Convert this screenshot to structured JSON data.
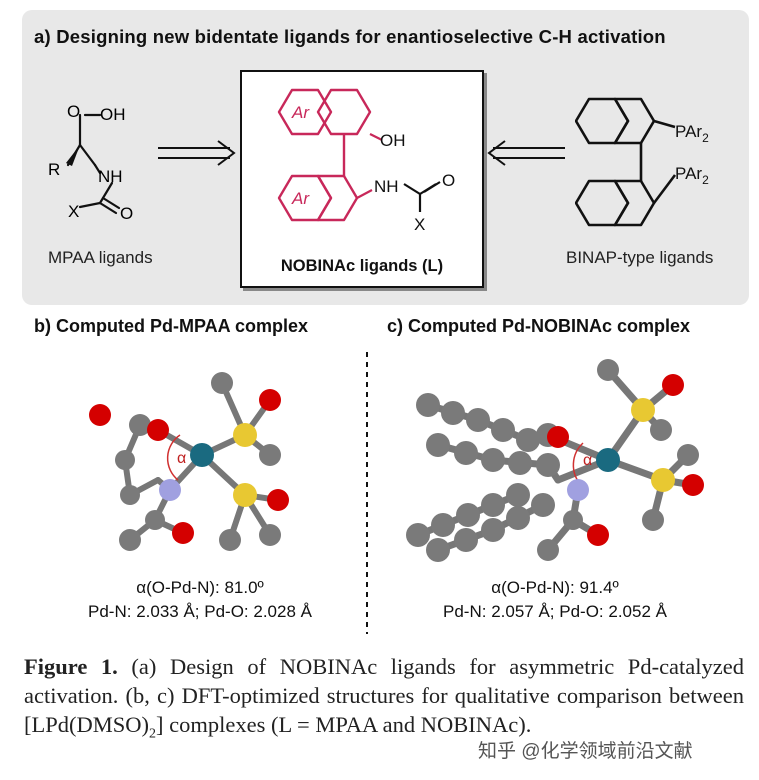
{
  "panel_a": {
    "title": "a) Designing new bidentate ligands for enantioselective C-H activation",
    "mpaa_label": "MPAA ligands",
    "nobinac_label": "NOBINAc ligands (L)",
    "binap_label": "BINAP-type ligands",
    "mpaa_atoms": {
      "oh": "OH",
      "o": "O",
      "r": "R",
      "nh": "NH",
      "x": "X",
      "o2": "O"
    },
    "nobinac_atoms": {
      "ar1": "Ar",
      "ar2": "Ar",
      "oh": "OH",
      "nh": "NH",
      "o": "O",
      "x": "X"
    },
    "binap_atoms": {
      "p1": "PAr",
      "p2": "PAr",
      "sub": "2"
    }
  },
  "panel_b": {
    "title": "b) Computed Pd-MPAA complex",
    "alpha_symbol": "α",
    "angle_text": "α(O-Pd-N): 81.0º",
    "distances_text": "Pd-N: 2.033 Å; Pd-O: 2.028 Å"
  },
  "panel_c": {
    "title": "c) Computed Pd-NOBINAc complex",
    "alpha_symbol": "α",
    "angle_text": "α(O-Pd-N): 91.4º",
    "distances_text": "Pd-N: 2.057 Å; Pd-O: 2.052 Å"
  },
  "caption": {
    "label": "Figure 1.",
    "text_1": " (a) Design of NOBINAc ligands for asymmetric Pd-catalyzed activation. (b, c) DFT-optimized structures for qualitative comparison between [LPd(DMSO)",
    "sub": "2",
    "text_2": "] complexes (L = MPAA and NOBINAc)."
  },
  "watermark": "知乎 @化学领域前沿文献",
  "colors": {
    "highlight": "#c8285a",
    "oxygen": "#d40000",
    "nitrogen": "#9a9ad8",
    "sulfur": "#e8c832",
    "palladium": "#1a6a80",
    "carbon": "#7a7a7a",
    "panel_bg": "#e8e8e8"
  }
}
